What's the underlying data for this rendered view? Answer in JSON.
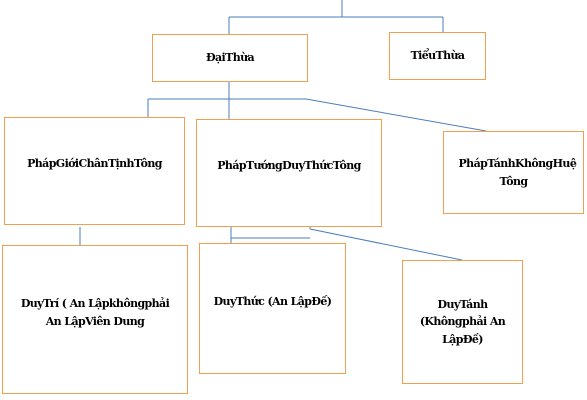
{
  "diagram": {
    "nodes": {
      "dai_thua": "ĐạiThừa",
      "tieu_thua": "TiểuThừa",
      "phap_gioi": "PhápGiớiChânTịnhTông",
      "phap_tuong": "PhápTướngDuyThứcTông",
      "phap_tanh": "PhápTánhKhôngHuệ Tông",
      "duy_tri": "DuyTrí ( An Lậpkhôngphải An LậpViên Dung",
      "duy_thuc": "DuyThức (An LậpĐế)",
      "duy_tanh": "DuyTánh (Khôngphải An LậpĐế)"
    },
    "edges": [
      {
        "from": "root",
        "to": "ĐạiThừa"
      },
      {
        "from": "root",
        "to": "TiểuThừa"
      },
      {
        "from": "ĐạiThừa",
        "to": "PhápGiớiChânTịnhTông"
      },
      {
        "from": "ĐạiThừa",
        "to": "PhápTướngDuyThứcTông"
      },
      {
        "from": "ĐạiThừa",
        "to": "PhápTánhKhôngHuệ Tông"
      },
      {
        "from": "PhápGiớiChânTịnhTông",
        "to": "DuyTrí ( An Lậpkhôngphải An LậpViên Dung"
      },
      {
        "from": "PhápTướngDuyThứcTông",
        "to": "DuyThức (An LậpĐế)"
      },
      {
        "from": "PhápTướngDuyThứcTông",
        "to": "DuyTánh (Khôngphải An LậpĐế)"
      }
    ],
    "colors": {
      "box_border": "#f0a050",
      "connector": "#4a7ebb",
      "text": "#000000"
    }
  }
}
